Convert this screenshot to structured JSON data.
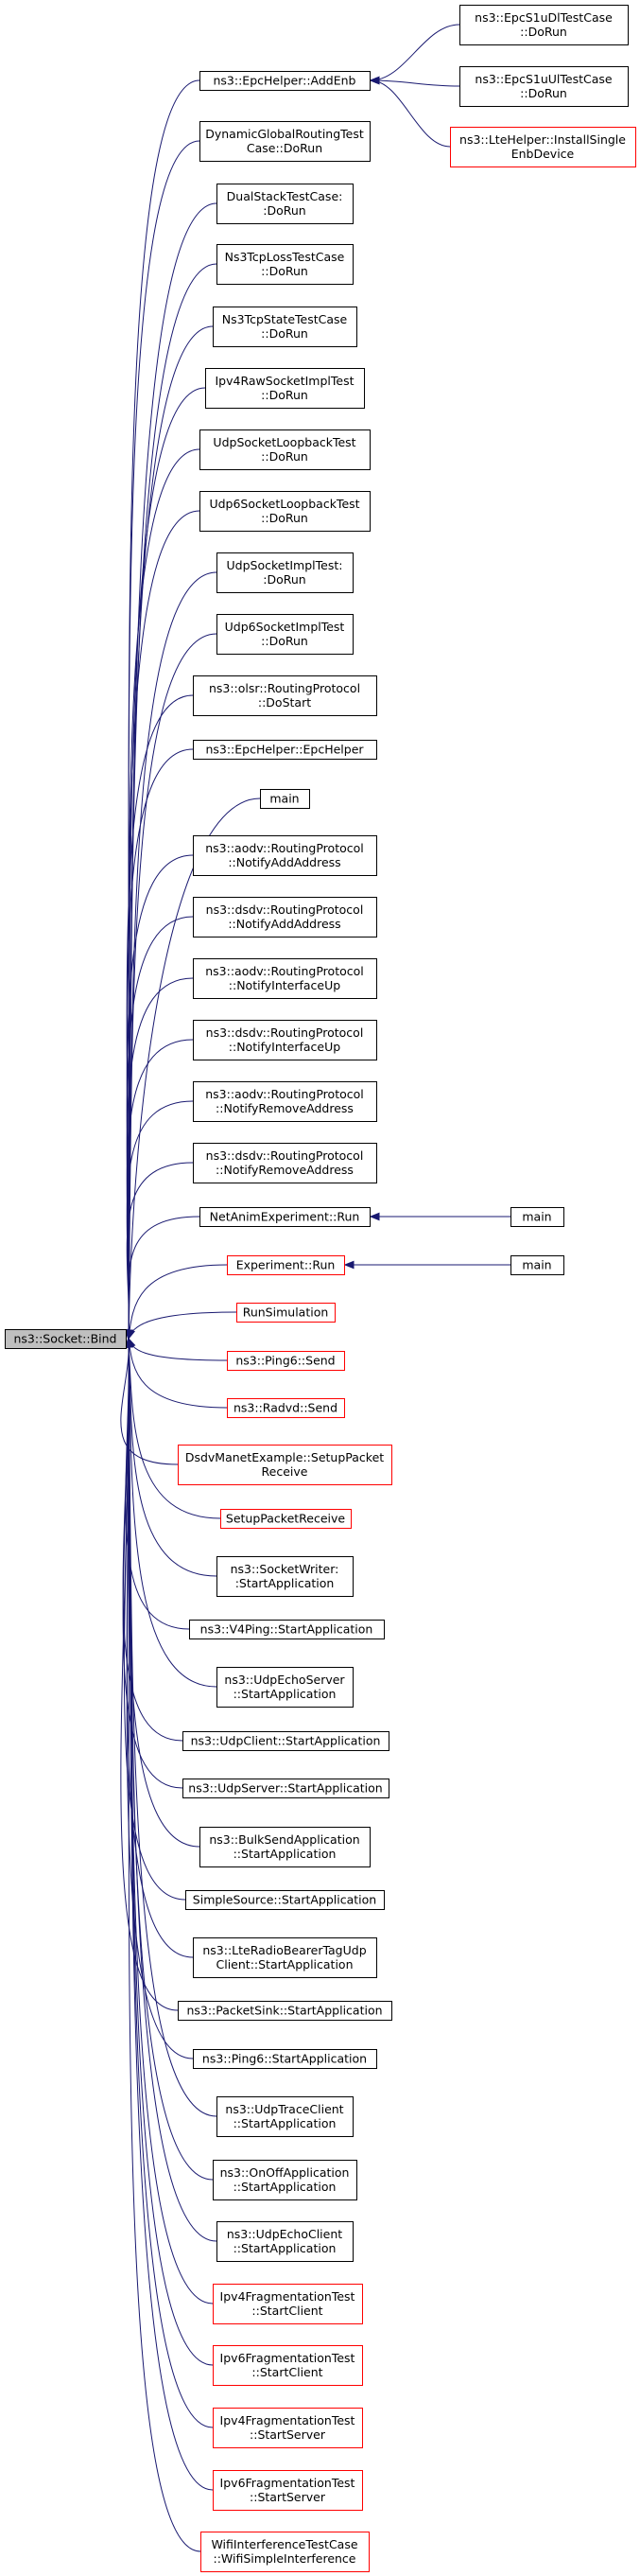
{
  "graph": {
    "root": {
      "id": "root",
      "lines": [
        "ns3::Socket::Bind"
      ]
    },
    "nodes": [
      {
        "id": "addenb",
        "lines": [
          "ns3::EpcHelper::AddEnb"
        ],
        "color": "black"
      },
      {
        "id": "dynamic",
        "lines": [
          "DynamicGlobalRoutingTest",
          "Case::DoRun"
        ],
        "color": "black"
      },
      {
        "id": "dualstack",
        "lines": [
          "DualStackTestCase:",
          ":DoRun"
        ],
        "color": "black"
      },
      {
        "id": "tcploss",
        "lines": [
          "Ns3TcpLossTestCase",
          "::DoRun"
        ],
        "color": "black"
      },
      {
        "id": "tcpstate",
        "lines": [
          "Ns3TcpStateTestCase",
          "::DoRun"
        ],
        "color": "black"
      },
      {
        "id": "ipv4raw",
        "lines": [
          "Ipv4RawSocketImplTest",
          "::DoRun"
        ],
        "color": "black"
      },
      {
        "id": "udploop",
        "lines": [
          "UdpSocketLoopbackTest",
          "::DoRun"
        ],
        "color": "black"
      },
      {
        "id": "udp6loop",
        "lines": [
          "Udp6SocketLoopbackTest",
          "::DoRun"
        ],
        "color": "black"
      },
      {
        "id": "udpimpl",
        "lines": [
          "UdpSocketImplTest:",
          ":DoRun"
        ],
        "color": "black"
      },
      {
        "id": "udp6impl",
        "lines": [
          "Udp6SocketImplTest",
          "::DoRun"
        ],
        "color": "black"
      },
      {
        "id": "olsr",
        "lines": [
          "ns3::olsr::RoutingProtocol",
          "::DoStart"
        ],
        "color": "black"
      },
      {
        "id": "epchelper",
        "lines": [
          "ns3::EpcHelper::EpcHelper"
        ],
        "color": "black"
      },
      {
        "id": "main1",
        "lines": [
          "main"
        ],
        "color": "black"
      },
      {
        "id": "aodvadd",
        "lines": [
          "ns3::aodv::RoutingProtocol",
          "::NotifyAddAddress"
        ],
        "color": "black"
      },
      {
        "id": "dsdvadd",
        "lines": [
          "ns3::dsdv::RoutingProtocol",
          "::NotifyAddAddress"
        ],
        "color": "black"
      },
      {
        "id": "aodvup",
        "lines": [
          "ns3::aodv::RoutingProtocol",
          "::NotifyInterfaceUp"
        ],
        "color": "black"
      },
      {
        "id": "dsdvup",
        "lines": [
          "ns3::dsdv::RoutingProtocol",
          "::NotifyInterfaceUp"
        ],
        "color": "black"
      },
      {
        "id": "aodvrem",
        "lines": [
          "ns3::aodv::RoutingProtocol",
          "::NotifyRemoveAddress"
        ],
        "color": "black"
      },
      {
        "id": "dsdvrem",
        "lines": [
          "ns3::dsdv::RoutingProtocol",
          "::NotifyRemoveAddress"
        ],
        "color": "black"
      },
      {
        "id": "netanim",
        "lines": [
          "NetAnimExperiment::Run"
        ],
        "color": "black"
      },
      {
        "id": "exprun",
        "lines": [
          "Experiment::Run"
        ],
        "color": "red"
      },
      {
        "id": "runsim",
        "lines": [
          "RunSimulation"
        ],
        "color": "red"
      },
      {
        "id": "ping6send",
        "lines": [
          "ns3::Ping6::Send"
        ],
        "color": "red"
      },
      {
        "id": "radvdsend",
        "lines": [
          "ns3::Radvd::Send"
        ],
        "color": "red"
      },
      {
        "id": "dsdvmanet",
        "lines": [
          "DsdvManetExample::SetupPacket",
          "Receive"
        ],
        "color": "red"
      },
      {
        "id": "setuprecv",
        "lines": [
          "SetupPacketReceive"
        ],
        "color": "red"
      },
      {
        "id": "sockwriter",
        "lines": [
          "ns3::SocketWriter:",
          ":StartApplication"
        ],
        "color": "black"
      },
      {
        "id": "v4ping",
        "lines": [
          "ns3::V4Ping::StartApplication"
        ],
        "color": "black"
      },
      {
        "id": "udpechoserver",
        "lines": [
          "ns3::UdpEchoServer",
          "::StartApplication"
        ],
        "color": "black"
      },
      {
        "id": "udpclient",
        "lines": [
          "ns3::UdpClient::StartApplication"
        ],
        "color": "black"
      },
      {
        "id": "udpserver",
        "lines": [
          "ns3::UdpServer::StartApplication"
        ],
        "color": "black"
      },
      {
        "id": "bulksend",
        "lines": [
          "ns3::BulkSendApplication",
          "::StartApplication"
        ],
        "color": "black"
      },
      {
        "id": "simplesource",
        "lines": [
          "SimpleSource::StartApplication"
        ],
        "color": "black"
      },
      {
        "id": "lteradio",
        "lines": [
          "ns3::LteRadioBearerTagUdp",
          "Client::StartApplication"
        ],
        "color": "black"
      },
      {
        "id": "packetsink",
        "lines": [
          "ns3::PacketSink::StartApplication"
        ],
        "color": "black"
      },
      {
        "id": "ping6start",
        "lines": [
          "ns3::Ping6::StartApplication"
        ],
        "color": "black"
      },
      {
        "id": "udptrace",
        "lines": [
          "ns3::UdpTraceClient",
          "::StartApplication"
        ],
        "color": "black"
      },
      {
        "id": "onoff",
        "lines": [
          "ns3::OnOffApplication",
          "::StartApplication"
        ],
        "color": "black"
      },
      {
        "id": "udpechoclient",
        "lines": [
          "ns3::UdpEchoClient",
          "::StartApplication"
        ],
        "color": "black"
      },
      {
        "id": "ipv4fragc",
        "lines": [
          "Ipv4FragmentationTest",
          "::StartClient"
        ],
        "color": "red"
      },
      {
        "id": "ipv6fragc",
        "lines": [
          "Ipv6FragmentationTest",
          "::StartClient"
        ],
        "color": "red"
      },
      {
        "id": "ipv4frags",
        "lines": [
          "Ipv4FragmentationTest",
          "::StartServer"
        ],
        "color": "red"
      },
      {
        "id": "ipv6frags",
        "lines": [
          "Ipv6FragmentationTest",
          "::StartServer"
        ],
        "color": "red"
      },
      {
        "id": "wifiinterf",
        "lines": [
          "WifiInterferenceTestCase",
          "::WifiSimpleInterference"
        ],
        "color": "red"
      },
      {
        "id": "epcdl",
        "lines": [
          "ns3::EpcS1uDlTestCase",
          "::DoRun"
        ],
        "color": "black"
      },
      {
        "id": "epcul",
        "lines": [
          "ns3::EpcS1uUlTestCase",
          "::DoRun"
        ],
        "color": "black"
      },
      {
        "id": "ltehelper",
        "lines": [
          "ns3::LteHelper::InstallSingle",
          "EnbDevice"
        ],
        "color": "red"
      },
      {
        "id": "main2",
        "lines": [
          "main"
        ],
        "color": "black"
      },
      {
        "id": "main3",
        "lines": [
          "main"
        ],
        "color": "black"
      }
    ],
    "edges": [
      {
        "from": "addenb",
        "to": "root"
      },
      {
        "from": "dynamic",
        "to": "root"
      },
      {
        "from": "dualstack",
        "to": "root"
      },
      {
        "from": "tcploss",
        "to": "root"
      },
      {
        "from": "tcpstate",
        "to": "root"
      },
      {
        "from": "ipv4raw",
        "to": "root"
      },
      {
        "from": "udploop",
        "to": "root"
      },
      {
        "from": "udp6loop",
        "to": "root"
      },
      {
        "from": "udpimpl",
        "to": "root"
      },
      {
        "from": "udp6impl",
        "to": "root"
      },
      {
        "from": "olsr",
        "to": "root"
      },
      {
        "from": "epchelper",
        "to": "root"
      },
      {
        "from": "main1",
        "to": "root"
      },
      {
        "from": "aodvadd",
        "to": "root"
      },
      {
        "from": "dsdvadd",
        "to": "root"
      },
      {
        "from": "aodvup",
        "to": "root"
      },
      {
        "from": "dsdvup",
        "to": "root"
      },
      {
        "from": "aodvrem",
        "to": "root"
      },
      {
        "from": "dsdvrem",
        "to": "root"
      },
      {
        "from": "netanim",
        "to": "root"
      },
      {
        "from": "exprun",
        "to": "root"
      },
      {
        "from": "runsim",
        "to": "root"
      },
      {
        "from": "ping6send",
        "to": "root"
      },
      {
        "from": "radvdsend",
        "to": "root"
      },
      {
        "from": "dsdvmanet",
        "to": "root"
      },
      {
        "from": "setuprecv",
        "to": "root"
      },
      {
        "from": "sockwriter",
        "to": "root"
      },
      {
        "from": "v4ping",
        "to": "root"
      },
      {
        "from": "udpechoserver",
        "to": "root"
      },
      {
        "from": "udpclient",
        "to": "root"
      },
      {
        "from": "udpserver",
        "to": "root"
      },
      {
        "from": "bulksend",
        "to": "root"
      },
      {
        "from": "simplesource",
        "to": "root"
      },
      {
        "from": "lteradio",
        "to": "root"
      },
      {
        "from": "packetsink",
        "to": "root"
      },
      {
        "from": "ping6start",
        "to": "root"
      },
      {
        "from": "udptrace",
        "to": "root"
      },
      {
        "from": "onoff",
        "to": "root"
      },
      {
        "from": "udpechoclient",
        "to": "root"
      },
      {
        "from": "ipv4fragc",
        "to": "root"
      },
      {
        "from": "ipv6fragc",
        "to": "root"
      },
      {
        "from": "ipv4frags",
        "to": "root"
      },
      {
        "from": "ipv6frags",
        "to": "root"
      },
      {
        "from": "wifiinterf",
        "to": "root"
      },
      {
        "from": "epcdl",
        "to": "addenb"
      },
      {
        "from": "epcul",
        "to": "addenb"
      },
      {
        "from": "ltehelper",
        "to": "addenb"
      },
      {
        "from": "main2",
        "to": "netanim"
      },
      {
        "from": "main3",
        "to": "exprun"
      }
    ],
    "colors": {
      "edge": "#191970",
      "node_border": "#000000",
      "node_border_red": "#ff0000",
      "root_fill": "#bfbfbf",
      "background": "#ffffff"
    }
  }
}
